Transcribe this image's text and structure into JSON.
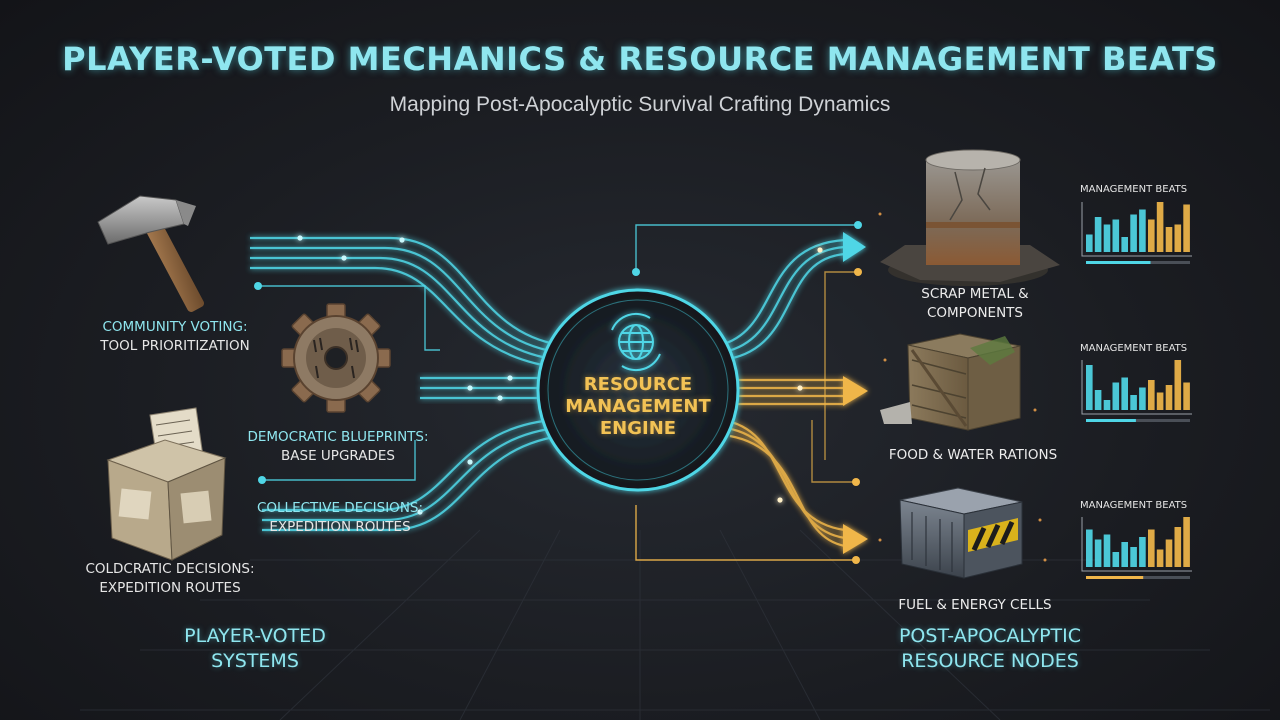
{
  "title": "PLAYER-VOTED MECHANICS & RESOURCE MANAGEMENT BEATS",
  "subtitle": "Mapping Post-Apocalyptic Survival Crafting Dynamics",
  "engine": {
    "lines": [
      "RESOURCE",
      "MANAGEMENT",
      "ENGINE"
    ],
    "icon": "globe-icon"
  },
  "inputs": [
    {
      "id": "community-voting",
      "icon": "hammer-icon",
      "highlight": "COMMUNITY VOTING:",
      "text": "TOOL PRIORITIZATION"
    },
    {
      "id": "democratic-blueprints",
      "icon": "gear-icon",
      "highlight": "DEMOCRATIC BLUEPRINTS:",
      "text": "BASE UPGRADES"
    },
    {
      "id": "collective-decisions",
      "icon": "",
      "highlight": "COLLECTIVE DECISIONS:",
      "text": "EXPEDITION ROUTES"
    },
    {
      "id": "coldcratic-decisions",
      "icon": "ballot-box-icon",
      "highlight": "",
      "text": "COLDCRATIC DECISIONS: EXPEDITION ROUTES"
    }
  ],
  "left_group_title": "PLAYER-VOTED SYSTEMS",
  "right_group_title": "POST-APOCALYPTIC RESOURCE NODES",
  "outputs": [
    {
      "id": "scrap-metal",
      "icon": "oil-drum-icon",
      "label": "SCRAP METAL & COMPONENTS",
      "chart_title": "MANAGEMENT BEATS",
      "bars": [
        0.35,
        0.7,
        0.55,
        0.65,
        0.3,
        0.75,
        0.85,
        0.65,
        1.0,
        0.5,
        0.55,
        0.95
      ],
      "progress": 0.62
    },
    {
      "id": "food-water",
      "icon": "wooden-crate-icon",
      "label": "FOOD & WATER RATIONS",
      "chart_title": "MANAGEMENT BEATS",
      "bars": [
        0.9,
        0.4,
        0.2,
        0.55,
        0.65,
        0.3,
        0.45,
        0.6,
        0.35,
        0.5,
        1.0,
        0.55
      ],
      "progress": 0.48
    },
    {
      "id": "fuel-energy",
      "icon": "fuel-container-icon",
      "label": "FUEL & ENERGY CELLS",
      "chart_title": "MANAGEMENT BEATS",
      "bars": [
        0.75,
        0.55,
        0.65,
        0.3,
        0.5,
        0.4,
        0.6,
        0.75,
        0.35,
        0.55,
        0.8,
        1.0
      ],
      "progress": 0.55
    }
  ],
  "colors": {
    "cyan": "#4fd6e6",
    "amber": "#f0b64a",
    "background": "#1b1d22",
    "title": "#8fe6ef"
  }
}
